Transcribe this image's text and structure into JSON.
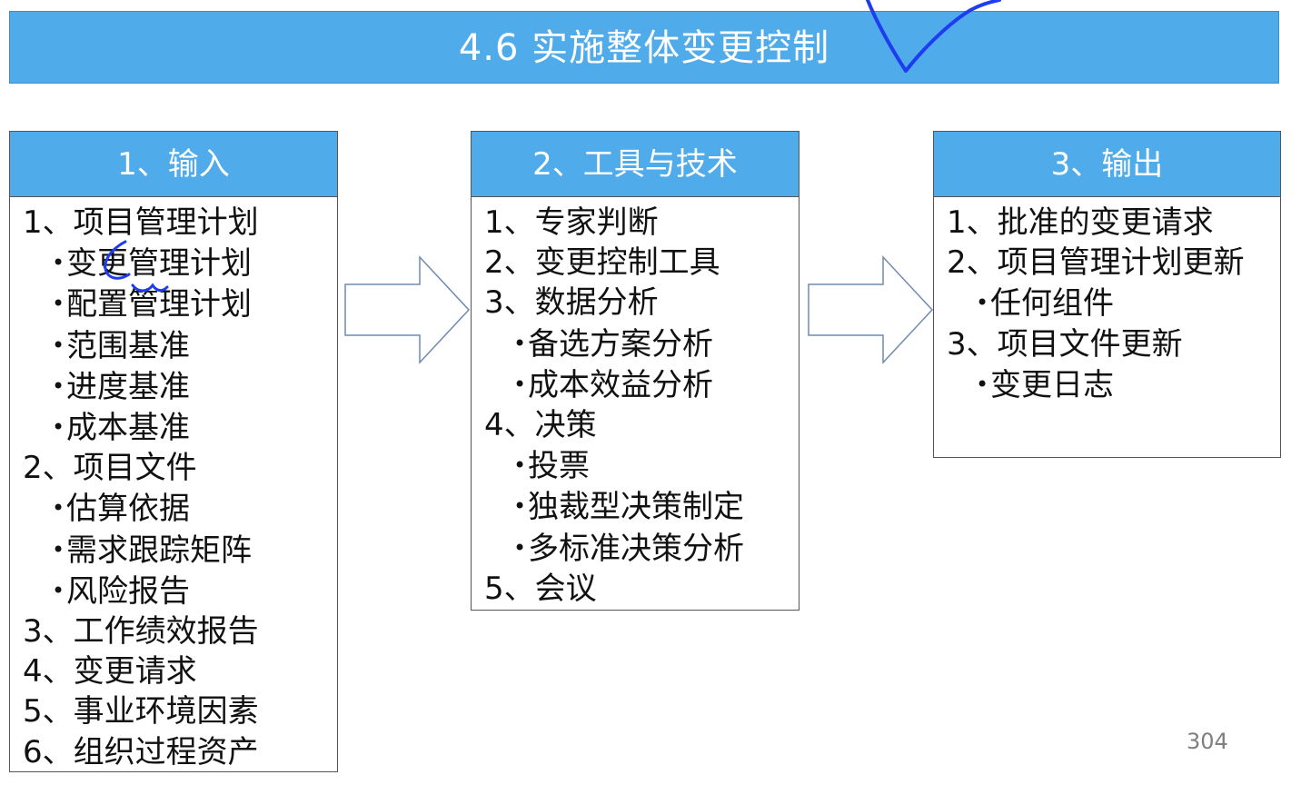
{
  "title": "4.6  实施整体变更控制",
  "columns": [
    {
      "header": "1、输入",
      "items": [
        {
          "text": "1、项目管理计划",
          "sub": false
        },
        {
          "text": "变更管理计划",
          "sub": true
        },
        {
          "text": "配置管理计划",
          "sub": true
        },
        {
          "text": "范围基准",
          "sub": true
        },
        {
          "text": "进度基准",
          "sub": true
        },
        {
          "text": "成本基准",
          "sub": true
        },
        {
          "text": "2、项目文件",
          "sub": false
        },
        {
          "text": "估算依据",
          "sub": true
        },
        {
          "text": "需求跟踪矩阵",
          "sub": true
        },
        {
          "text": "风险报告",
          "sub": true
        },
        {
          "text": "3、工作绩效报告",
          "sub": false
        },
        {
          "text": "4、变更请求",
          "sub": false
        },
        {
          "text": "5、事业环境因素",
          "sub": false
        },
        {
          "text": "6、组织过程资产",
          "sub": false
        }
      ]
    },
    {
      "header": "2、工具与技术",
      "items": [
        {
          "text": "1、专家判断",
          "sub": false
        },
        {
          "text": "2、变更控制工具",
          "sub": false
        },
        {
          "text": "3、数据分析",
          "sub": false
        },
        {
          "text": "备选方案分析",
          "sub": true
        },
        {
          "text": "成本效益分析",
          "sub": true
        },
        {
          "text": "4、决策",
          "sub": false
        },
        {
          "text": "投票",
          "sub": true
        },
        {
          "text": "独裁型决策制定",
          "sub": true
        },
        {
          "text": "多标准决策分析",
          "sub": true
        },
        {
          "text": "5、会议",
          "sub": false
        }
      ]
    },
    {
      "header": "3、输出",
      "items": [
        {
          "text": "1、批准的变更请求",
          "sub": false
        },
        {
          "text": "2、项目管理计划更新",
          "sub": false
        },
        {
          "text": "任何组件",
          "sub": true
        },
        {
          "text": "3、项目文件更新",
          "sub": false
        },
        {
          "text": "变更日志",
          "sub": true
        }
      ]
    }
  ],
  "page_number": "304",
  "colors": {
    "header_blue": "#4fabe9",
    "ink_blue": "#1e3cf0"
  }
}
